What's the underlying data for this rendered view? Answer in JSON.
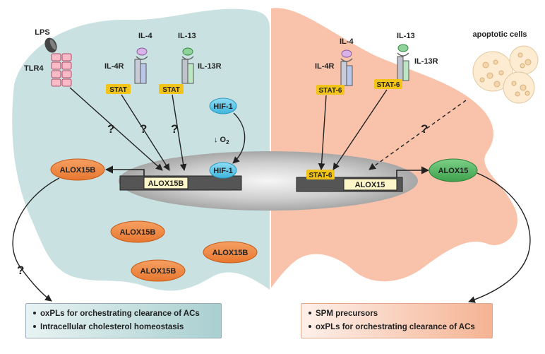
{
  "left": {
    "ligands": {
      "lps": "LPS",
      "il4": "IL-4",
      "il13": "IL-13"
    },
    "receptors": {
      "tlr4": "TLR4",
      "il4r": "IL-4R",
      "il13r": "IL-13R"
    },
    "stat_labels": [
      "STAT",
      "STAT"
    ],
    "hif_top": "HIF-1",
    "hif_bottom": "HIF-1",
    "oxygen": "↓ O",
    "oxygen_sub": "2",
    "question_marks": [
      "?",
      "?",
      "?",
      "?"
    ],
    "gene": "ALOX15B",
    "enzyme_main": "ALOX15B",
    "enzymes": [
      "ALOX15B",
      "ALOX15B",
      "ALOX15B"
    ],
    "outcomes": [
      "oxPLs for orchestrating clearance of ACs",
      "Intracellular cholesterol homeostasis"
    ]
  },
  "right": {
    "ligands": {
      "il4": "IL-4",
      "il13": "IL-13"
    },
    "receptors": {
      "il4r": "IL-4R",
      "il13r": "IL-13R"
    },
    "stat_labels": [
      "STAT-6",
      "STAT-6"
    ],
    "stat_promoter": "STAT-6",
    "apoptotic_cells": "apoptotic cells",
    "question_mark": "?",
    "gene": "ALOX15",
    "enzyme": "ALOX15",
    "outcomes": [
      "SPM precursors",
      "oxPLs for orchestrating clearance of ACs"
    ]
  },
  "colors": {
    "left_cell": "#c9e2e1",
    "right_cell": "#f9c3ab",
    "alox15b": "#ee8a44",
    "alox15": "#4fb35b",
    "hif": "#5fc8e8",
    "stat": "#f2c41a"
  }
}
